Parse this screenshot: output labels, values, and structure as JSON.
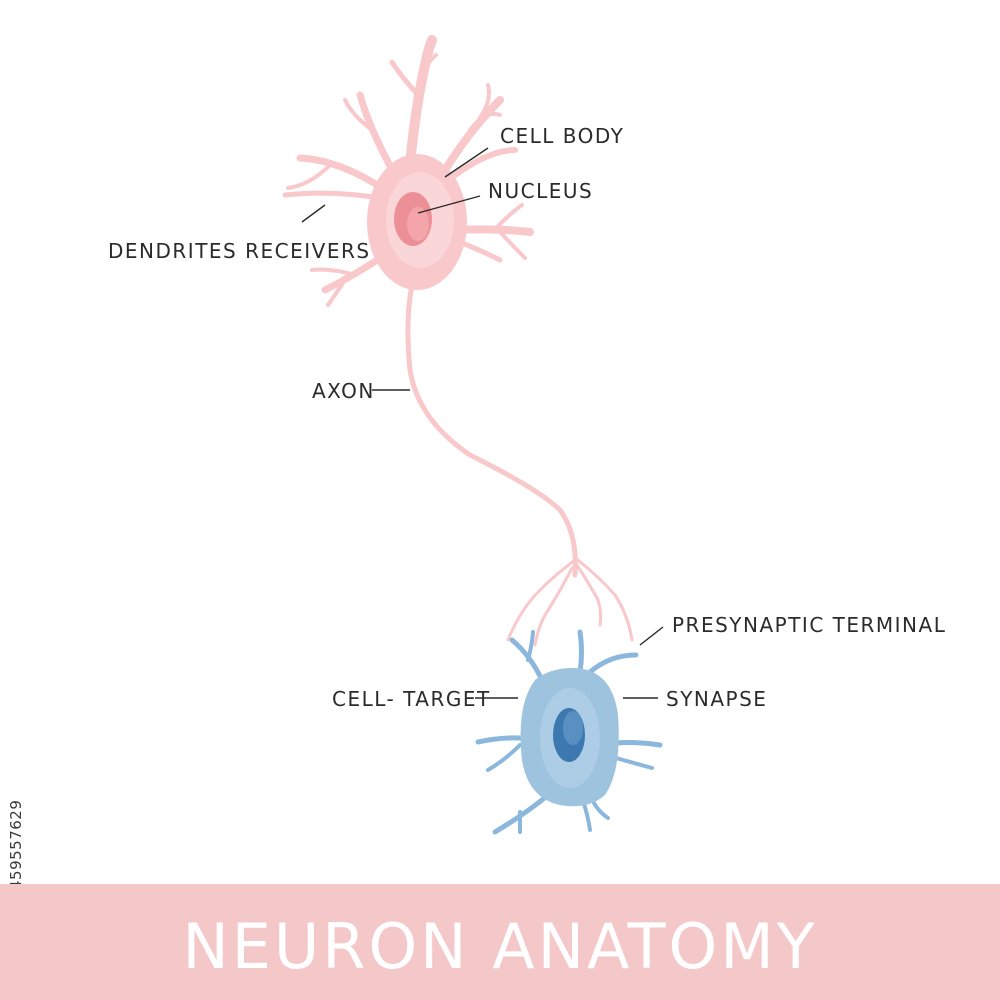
{
  "diagram": {
    "labels": {
      "cell_body": "CELL BODY",
      "nucleus": "NUCLEUS",
      "dendrites": "DENDRITES RECEIVERS",
      "axon": "AXON",
      "presynaptic_terminal": "PRESYNAPTIC TERMINAL",
      "cell_target": "CELL- TARGET",
      "synapse": "SYNAPSE"
    },
    "colors": {
      "neuron": "#f8c8cb",
      "neuron_light": "#fbdadc",
      "neuron_nucleus": "#ec8f96",
      "target": "#9ec3df",
      "target_dendrite": "#8bb7dc",
      "target_nucleus": "#3e78b0",
      "banner": "#f4c7c9"
    }
  },
  "image_id": "459557629",
  "footer": {
    "title": "NEURON ANATOMY"
  }
}
